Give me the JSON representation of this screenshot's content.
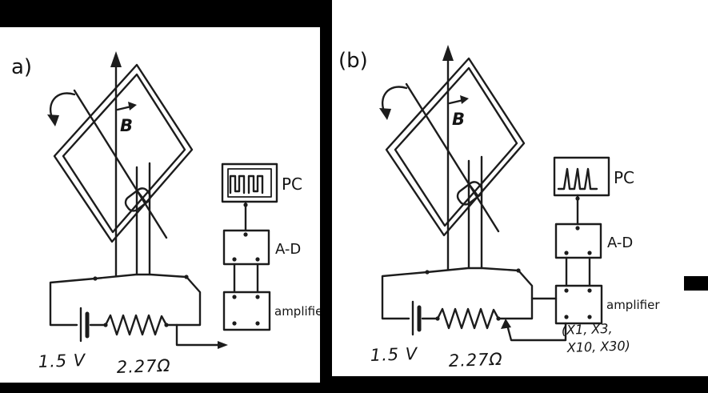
{
  "colors": {
    "background": "#000000",
    "panel": "#ffffff",
    "ink": "#1c1c1c"
  },
  "panels": [
    {
      "id": "a",
      "label": "a)",
      "field_label": "B",
      "pc_label": "PC",
      "ad_label": "A-D",
      "amplifier_label": "amplifier",
      "battery_label": "1.5 V",
      "resistor_label": "2.27Ω",
      "waveform": "square-pulses"
    },
    {
      "id": "b",
      "label": "(b)",
      "field_label": "B",
      "pc_label": "PC",
      "ad_label": "A-D",
      "amplifier_label": "amplifier",
      "battery_label": "1.5 V",
      "resistor_label": "2.27Ω",
      "gain_label_line1": "(X1, X3,",
      "gain_label_line2": "X10, X30)",
      "waveform": "spikes"
    }
  ]
}
